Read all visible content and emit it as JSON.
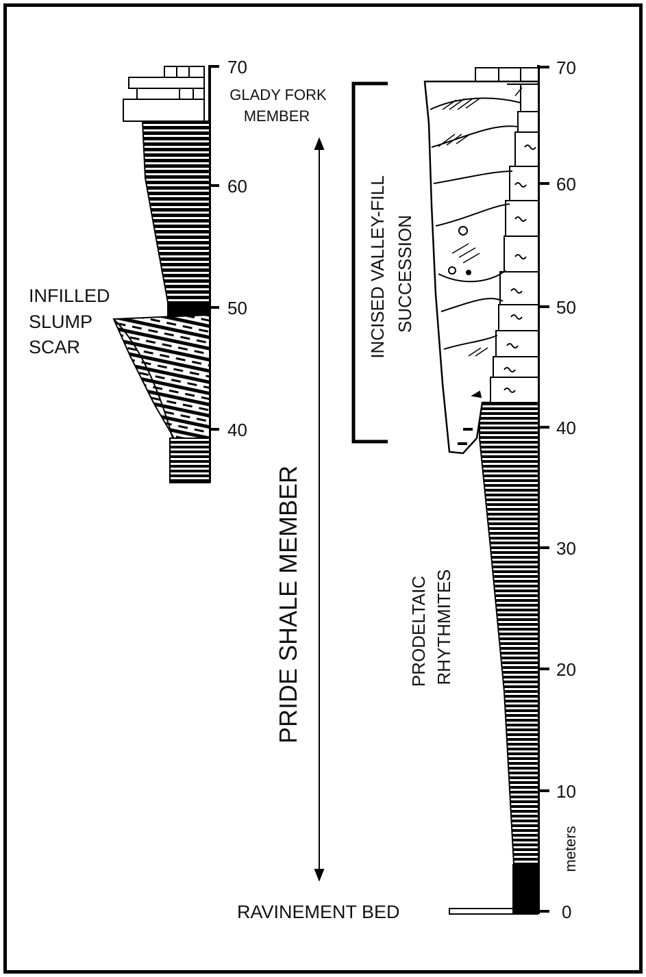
{
  "figure": {
    "left_column": {
      "scale_ticks": [
        "70",
        "60",
        "50",
        "40"
      ],
      "labels": {
        "top_member": [
          "GLADY FORK",
          "MEMBER"
        ],
        "slump": [
          "INFILLED",
          "SLUMP",
          "SCAR"
        ]
      }
    },
    "right_column": {
      "scale_ticks": [
        "70",
        "60",
        "50",
        "40",
        "30",
        "20",
        "10",
        "0"
      ],
      "units_label": "meters",
      "labels": {
        "valley_fill": [
          "INCISED VALLEY-FILL",
          "SUCCESSION"
        ],
        "prodeltaic": [
          "PRODELTAIC",
          "RHYTHMITES"
        ],
        "ravinement": "RAVINEMENT BED"
      }
    },
    "member_label": "PRIDE SHALE MEMBER"
  },
  "colors": {
    "line": "#000000",
    "background": "#ffffff"
  }
}
